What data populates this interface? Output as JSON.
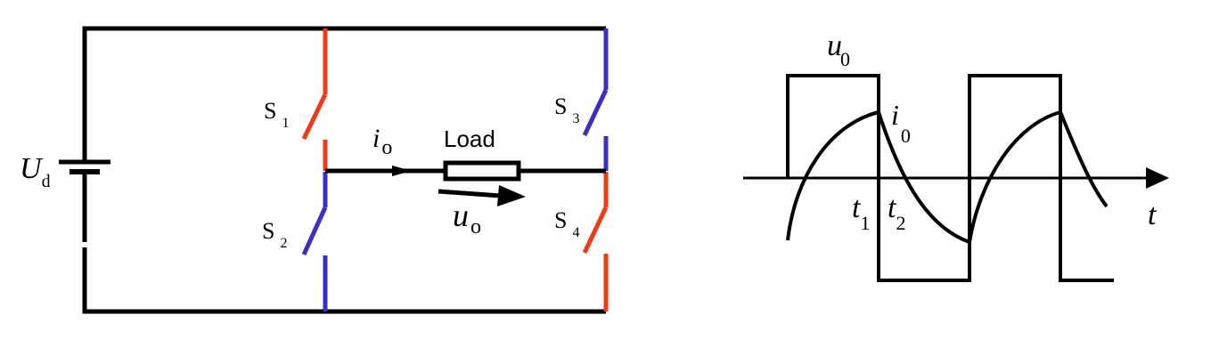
{
  "circuit": {
    "source": {
      "symbol": "U",
      "subscript": "d"
    },
    "switches": [
      {
        "letter": "S",
        "number": "1",
        "color": "#ee3b17"
      },
      {
        "letter": "S",
        "number": "2",
        "color": "#3a2fc4"
      },
      {
        "letter": "S",
        "number": "3",
        "color": "#3a2fc4"
      },
      {
        "letter": "S",
        "number": "4",
        "color": "#ee3b17"
      }
    ],
    "current": {
      "symbol": "i",
      "subscript": "o"
    },
    "load_label": "Load",
    "voltage": {
      "symbol": "u",
      "subscript": "o"
    }
  },
  "waveform": {
    "voltage": {
      "symbol": "u",
      "subscript": "0"
    },
    "current": {
      "symbol": "i",
      "subscript": "0"
    },
    "t1": {
      "symbol": "t",
      "subscript": "1"
    },
    "t2": {
      "symbol": "t",
      "subscript": "2"
    },
    "axis_label": "t"
  },
  "colors": {
    "wire": "#000000",
    "red_switch": "#ee3b17",
    "blue_switch": "#3a2fc4"
  }
}
